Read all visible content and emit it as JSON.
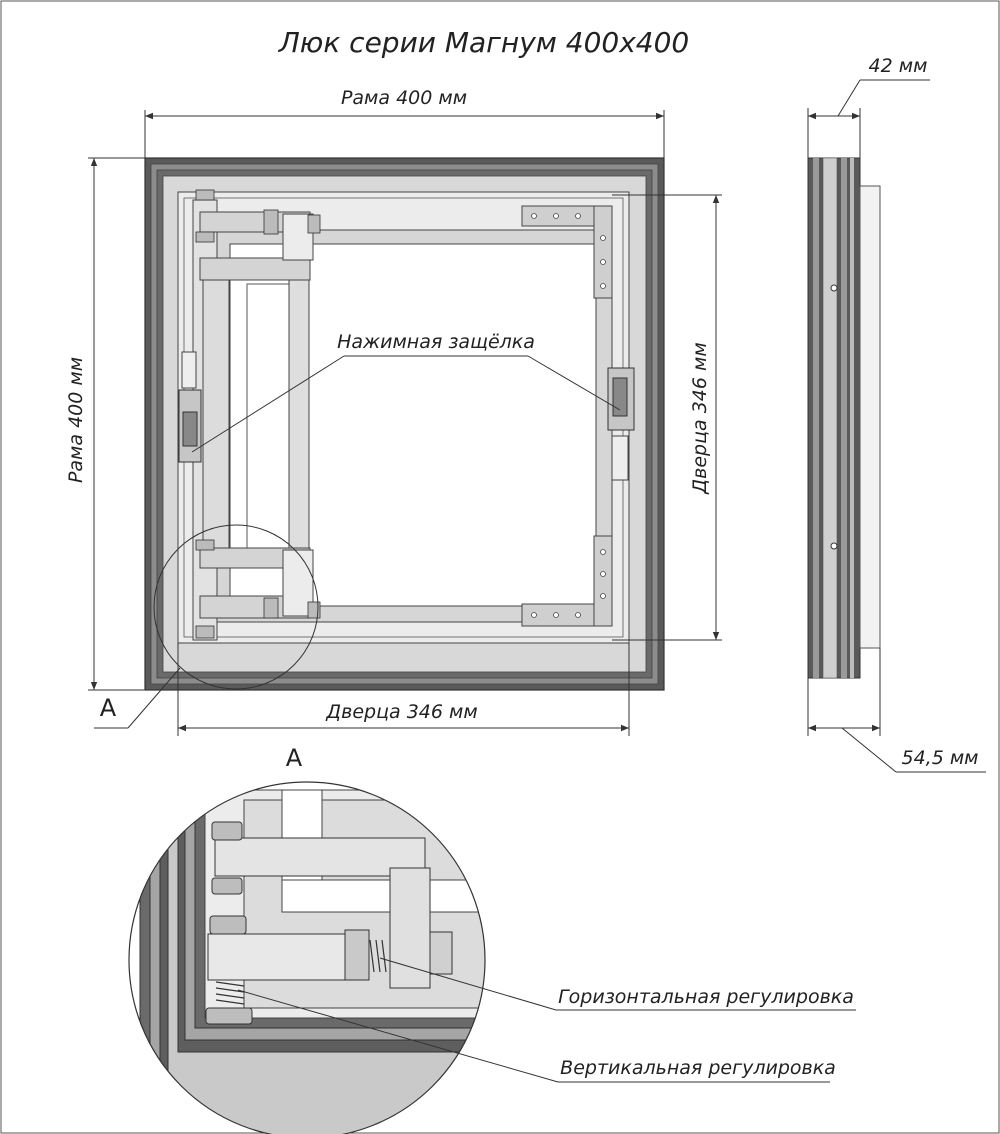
{
  "title": "Люк серии Магнум 400x400",
  "dimensions": {
    "frame_width": "Рама 400 мм",
    "frame_height": "Рама 400 мм",
    "door_width": "Дверца 346 мм",
    "door_height": "Дверца 346 мм",
    "depth_frame": "42 мм",
    "depth_total": "54,5 мм"
  },
  "callouts": {
    "latch": "Нажимная защёлка",
    "horizontal_adjustment": "Горизонтальная регулировка",
    "vertical_adjustment": "Вертикальная регулировка"
  },
  "detail": {
    "marker": "А",
    "view_title": "А"
  },
  "colors": {
    "frame_dark": "#5a5a5a",
    "frame_mid": "#9a9a9a",
    "part_light": "#e6e6e6",
    "part_gray": "#c8c8c8"
  }
}
